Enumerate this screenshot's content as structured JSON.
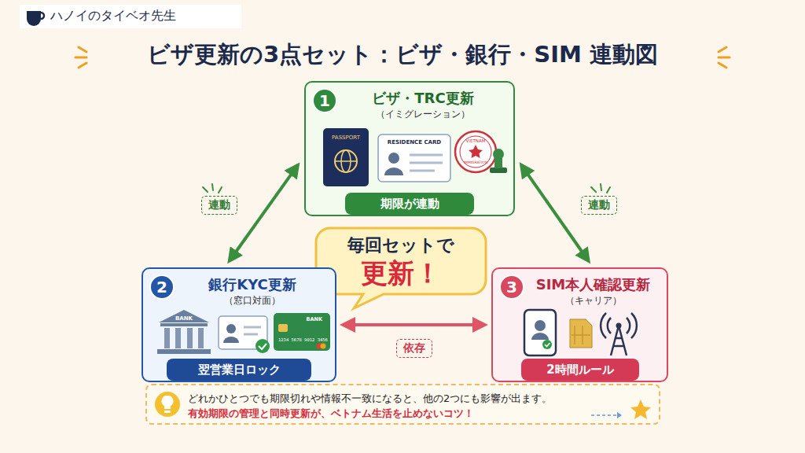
{
  "diagram": {
    "title": "ビザ更新の3点セット：ビザ・銀行・SIM 連動図",
    "nodes": [
      {
        "text": [
          "ビザ・TRC更新",
          "（イミグレーション）"
        ]
      },
      {
        "text": [
          "1"
        ],
        "in": 0
      },
      {
        "text": [
          "期限が連動"
        ],
        "in": 0
      },
      {
        "text": [
          "毎回セットで",
          "更新！"
        ]
      },
      {
        "text": [
          "銀行KYC更新",
          "（窓口対面）"
        ]
      },
      {
        "text": [
          "2"
        ],
        "in": 4
      },
      {
        "text": [
          "翌営業日ロック"
        ],
        "in": 4
      },
      {
        "text": [
          "SIM本人確認更新",
          "（キャリア）"
        ]
      },
      {
        "text": [
          "3"
        ],
        "in": 7
      },
      {
        "text": [
          "2時間ルール"
        ],
        "in": 7
      },
      {
        "text": [
          "どれかひとつでも期限切れや情報不一致になると、他の2つにも影響が出ます。",
          "有効期限の管理と同時更新が、ベトナム生活を止めないコツ！"
        ]
      }
    ],
    "edges": [
      {
        "from": 0,
        "to": 4,
        "arrow": "both",
        "label": "連動"
      },
      {
        "from": 0,
        "to": 7,
        "arrow": "both",
        "label": "連動"
      },
      {
        "from": 4,
        "to": 7,
        "arrow": "both",
        "label": "依存"
      }
    ],
    "labels": [
      "ハノイのタイベオ先生",
      "PASSPORT",
      "RESIDENCE CARD",
      "VIETNAM",
      "IMMIGRATION",
      "BANK",
      "BANK",
      "1234 5678 9012 3456"
    ]
  }
}
